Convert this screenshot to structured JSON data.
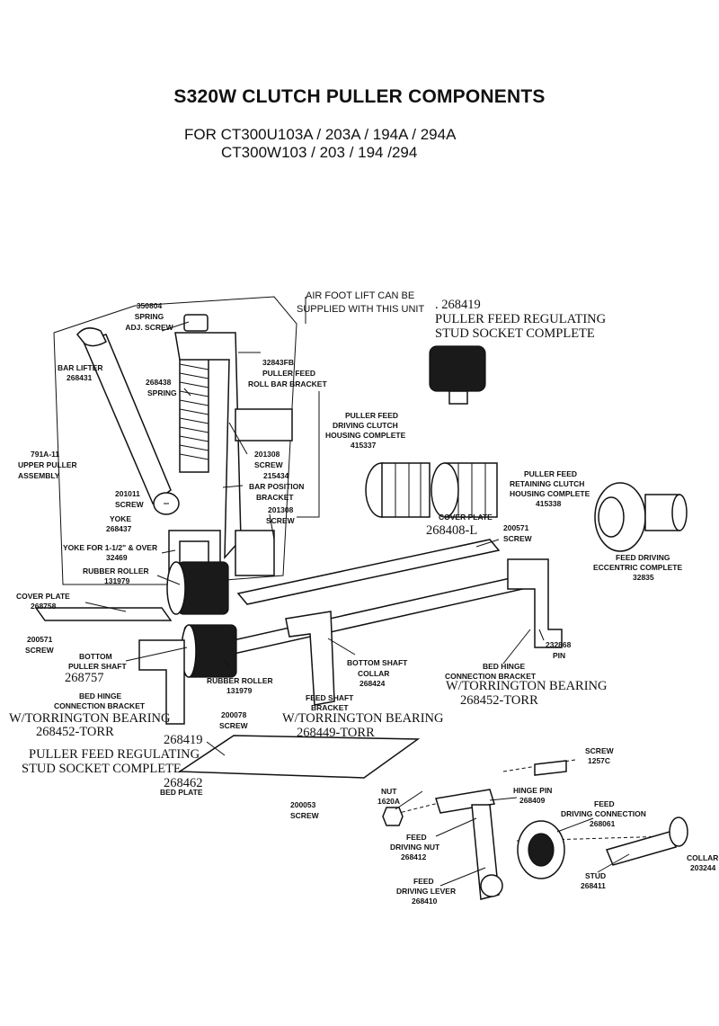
{
  "title": "S320W CLUTCH PULLER COMPONENTS",
  "subtitle_line1": "FOR CT300U103A / 203A / 194A / 294A",
  "subtitle_line2": "CT300W103 / 203 / 194 /294",
  "note": [
    "AIR FOOT LIFT CAN BE",
    "SUPPLIED WITH THIS UNIT"
  ],
  "labels": [
    {
      "name": "spring-adj-screw",
      "lines": [
        "350804",
        "SPRING",
        "ADJ. SCREW"
      ]
    },
    {
      "name": "bar-lifter",
      "lines": [
        "BAR LIFTER",
        "268431"
      ]
    },
    {
      "name": "puller-feed-roll-bar-bracket",
      "lines": [
        "32843FB",
        "PULLER FEED",
        "ROLL BAR BRACKET"
      ]
    },
    {
      "name": "spring",
      "lines": [
        "268438",
        "SPRING"
      ]
    },
    {
      "name": "upper-puller-assembly",
      "lines": [
        "791A-11",
        "UPPER PULLER",
        "ASSEMBLY"
      ]
    },
    {
      "name": "screw-201308-a",
      "lines": [
        "201308",
        "SCREW"
      ]
    },
    {
      "name": "bar-position-bracket",
      "lines": [
        "215434",
        "BAR POSITION",
        "BRACKET"
      ]
    },
    {
      "name": "screw-201011",
      "lines": [
        "201011",
        "SCREW"
      ]
    },
    {
      "name": "screw-201308-b",
      "lines": [
        "201308",
        "SCREW"
      ]
    },
    {
      "name": "yoke",
      "lines": [
        "YOKE",
        "268437"
      ]
    },
    {
      "name": "yoke-1-half",
      "lines": [
        "YOKE FOR 1-1/2\" & OVER",
        "32469"
      ]
    },
    {
      "name": "rubber-roller-upper",
      "lines": [
        "RUBBER ROLLER",
        "131979"
      ]
    },
    {
      "name": "cover-plate-left",
      "lines": [
        "COVER PLATE",
        "268758"
      ]
    },
    {
      "name": "screw-200571-left",
      "lines": [
        "200571",
        "SCREW"
      ]
    },
    {
      "name": "bottom-puller-shaft",
      "lines": [
        "BOTTOM",
        "PULLER SHAFT"
      ]
    },
    {
      "name": "bed-hinge-left",
      "lines": [
        "BED HINGE",
        "CONNECTION BRACKET"
      ]
    },
    {
      "name": "rubber-roller-lower",
      "lines": [
        "RUBBER ROLLER",
        "131979"
      ]
    },
    {
      "name": "feed-shaft-bracket",
      "lines": [
        "FEED SHAFT",
        "BRACKET"
      ]
    },
    {
      "name": "bottom-shaft-collar",
      "lines": [
        "BOTTOM SHAFT",
        "COLLAR",
        "268424"
      ]
    },
    {
      "name": "screw-200078",
      "lines": [
        "200078",
        "SCREW"
      ]
    },
    {
      "name": "bed-plate",
      "lines": [
        "BED PLATE"
      ]
    },
    {
      "name": "screw-200053",
      "lines": [
        "200053",
        "SCREW"
      ]
    },
    {
      "name": "driving-clutch-housing",
      "lines": [
        "PULLER FEED",
        "DRIVING CLUTCH",
        "HOUSING COMPLETE",
        "415337"
      ]
    },
    {
      "name": "retaining-clutch-housing",
      "lines": [
        "PULLER FEED",
        "RETAINING CLUTCH",
        "HOUSING COMPLETE",
        "415338"
      ]
    },
    {
      "name": "cover-plate-right",
      "lines": [
        "COVER PLATE"
      ]
    },
    {
      "name": "screw-200571-right",
      "lines": [
        "200571",
        "SCREW"
      ]
    },
    {
      "name": "feed-driving-eccentric",
      "lines": [
        "FEED DRIVING",
        "ECCENTRIC COMPLETE",
        "32835"
      ]
    },
    {
      "name": "pin",
      "lines": [
        "232868",
        "PIN"
      ]
    },
    {
      "name": "bed-hinge-right",
      "lines": [
        "BED HINGE",
        "CONNECTION BRACKET"
      ]
    },
    {
      "name": "screw-1257c",
      "lines": [
        "SCREW",
        "1257C"
      ]
    },
    {
      "name": "nut",
      "lines": [
        "NUT",
        "1620A"
      ]
    },
    {
      "name": "hinge-pin",
      "lines": [
        "HINGE PIN",
        "268409"
      ]
    },
    {
      "name": "feed-driving-connection",
      "lines": [
        "FEED",
        "DRIVING CONNECTION",
        "268061"
      ]
    },
    {
      "name": "feed-driving-nut",
      "lines": [
        "FEED",
        "DRIVING NUT",
        "268412"
      ]
    },
    {
      "name": "stud",
      "lines": [
        "STUD",
        "268411"
      ]
    },
    {
      "name": "collar",
      "lines": [
        "COLLAR",
        "203244"
      ]
    },
    {
      "name": "feed-driving-lever",
      "lines": [
        "FEED",
        "DRIVING LEVER",
        "268410"
      ]
    }
  ],
  "callouts": [
    {
      "name": "callout-268419-top",
      "lines": [
        ". 268419",
        "PULLER FEED REGULATING",
        "STUD SOCKET COMPLETE"
      ]
    },
    {
      "name": "callout-268408",
      "lines": [
        "268408-L"
      ]
    },
    {
      "name": "callout-268757",
      "lines": [
        "268757"
      ]
    },
    {
      "name": "callout-torrington-left",
      "lines": [
        "W/TORRINGTON BEARING",
        "268452-TORR"
      ]
    },
    {
      "name": "callout-torrington-mid",
      "lines": [
        "W/TORRINGTON BEARING",
        "268449-TORR"
      ]
    },
    {
      "name": "callout-torrington-right",
      "lines": [
        "W/TORRINGTON BEARING",
        "268452-TORR"
      ]
    },
    {
      "name": "callout-268419-bottom",
      "lines": [
        "268419",
        "PULLER FEED REGULATING",
        "STUD SOCKET COMPLETE"
      ]
    },
    {
      "name": "callout-268462",
      "lines": [
        "268462"
      ]
    }
  ]
}
